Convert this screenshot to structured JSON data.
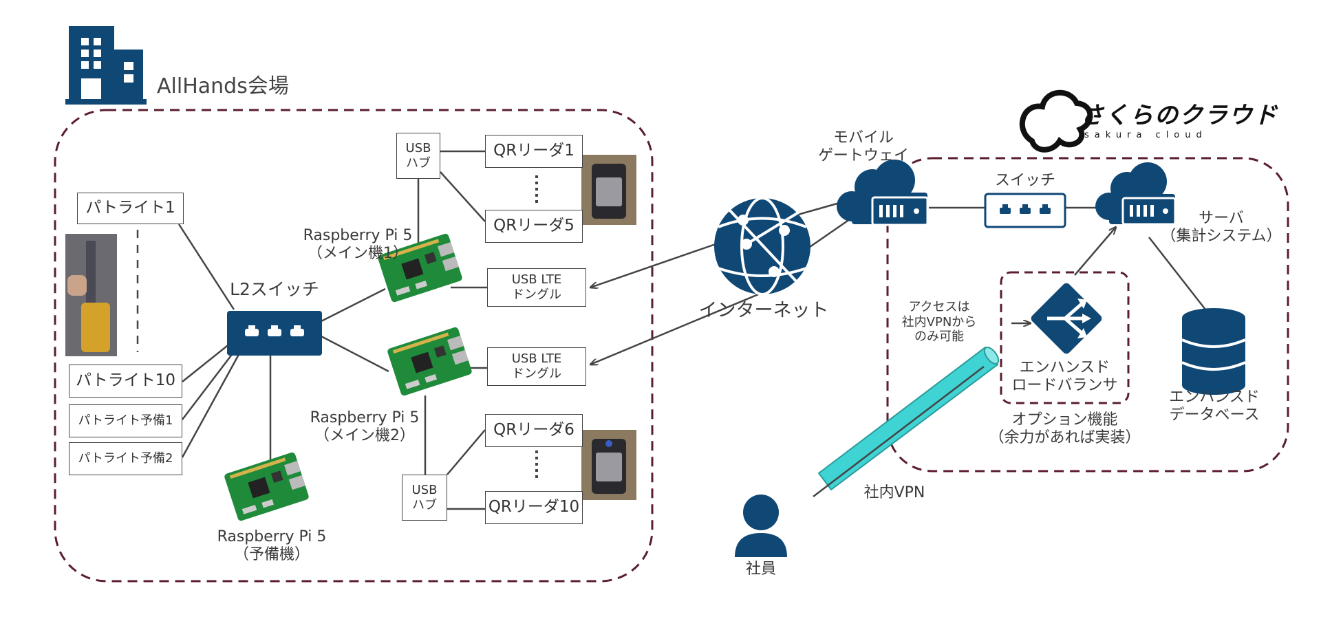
{
  "venue": {
    "title": "AllHands会場"
  },
  "cloud_brand": {
    "logo_text": "さくらのクラウド",
    "sub_text": "sakura cloud"
  },
  "patlites": {
    "p1": "パトライト1",
    "p10": "パトライト10",
    "spare1": "パトライト予備1",
    "spare2": "パトライト予備2"
  },
  "l2switch": {
    "label": "L2スイッチ"
  },
  "usb_hub": {
    "line1": "USB",
    "line2": "ハブ"
  },
  "qr": {
    "r1": "QRリーダ1",
    "r5": "QRリーダ5",
    "r6": "QRリーダ6",
    "r10": "QRリーダ10"
  },
  "rpi": {
    "main1": {
      "line1": "Raspberry Pi 5",
      "line2": "（メイン機1）"
    },
    "main2": {
      "line1": "Raspberry Pi 5",
      "line2": "（メイン機2）"
    },
    "spare": {
      "line1": "Raspberry Pi 5",
      "line2": "（予備機）"
    }
  },
  "lte": {
    "line1": "USB LTE",
    "line2": "ドングル"
  },
  "internet": {
    "label": "インターネット"
  },
  "gateway": {
    "line1": "モバイル",
    "line2": "ゲートウェイ"
  },
  "switch": {
    "label": "スイッチ"
  },
  "server": {
    "line1": "サーバ",
    "line2": "（集計システム）"
  },
  "lb": {
    "line1": "エンハンスド",
    "line2": "ロードバランサ"
  },
  "option": {
    "line1": "オプション機能",
    "line2": "（余力があれば実装）"
  },
  "db": {
    "line1": "エンハンスド",
    "line2": "データベース"
  },
  "access_note": {
    "line1": "アクセスは",
    "line2": "社内VPNから",
    "line3": "のみ可能"
  },
  "vpn": {
    "label": "社内VPN"
  },
  "employee": {
    "label": "社員"
  },
  "colors": {
    "navy": "#0f4775",
    "dash_border": "#5a1e2e",
    "vpn_tube": "#3fd3d3",
    "line": "#444444"
  }
}
